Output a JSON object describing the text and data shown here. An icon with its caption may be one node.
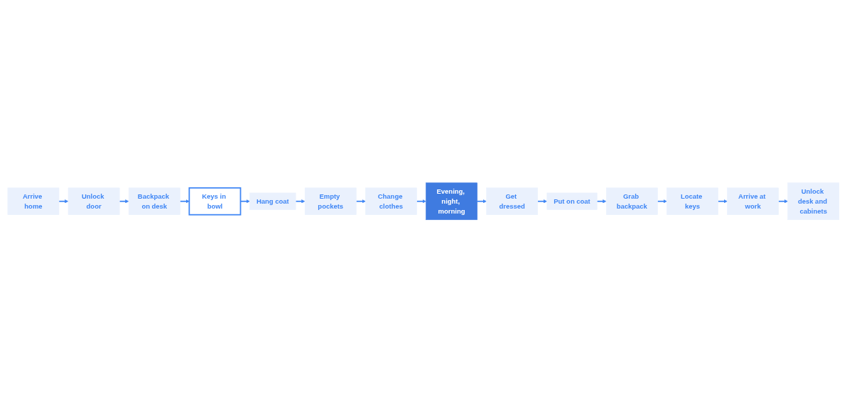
{
  "diagram": {
    "nodes": [
      {
        "text": [
          "Arrive home"
        ]
      },
      {
        "text": [
          "Unlock door"
        ]
      },
      {
        "text": [
          "Backpack on desk"
        ]
      },
      {
        "text": [
          "Keys in bowl"
        ]
      },
      {
        "text": [
          "Hang coat"
        ]
      },
      {
        "text": [
          "Empty pockets"
        ]
      },
      {
        "text": [
          "Change clothes"
        ]
      },
      {
        "text": [
          "Evening, night, morning"
        ]
      },
      {
        "text": [
          "Get dressed"
        ]
      },
      {
        "text": [
          "Put on coat"
        ]
      },
      {
        "text": [
          "Grab backpack"
        ]
      },
      {
        "text": [
          "Locate keys"
        ]
      },
      {
        "text": [
          "Arrive at work"
        ]
      },
      {
        "text": [
          "Unlock desk and cabinets"
        ]
      }
    ],
    "edges": [
      {
        "from": 0,
        "to": 1,
        "arrow": "to"
      },
      {
        "from": 1,
        "to": 2,
        "arrow": "to"
      },
      {
        "from": 2,
        "to": 3,
        "arrow": "to"
      },
      {
        "from": 3,
        "to": 4,
        "arrow": "to"
      },
      {
        "from": 4,
        "to": 5,
        "arrow": "to"
      },
      {
        "from": 5,
        "to": 6,
        "arrow": "to"
      },
      {
        "from": 6,
        "to": 7,
        "arrow": "to"
      },
      {
        "from": 7,
        "to": 8,
        "arrow": "to"
      },
      {
        "from": 8,
        "to": 9,
        "arrow": "to"
      },
      {
        "from": 9,
        "to": 10,
        "arrow": "to"
      },
      {
        "from": 10,
        "to": 11,
        "arrow": "to"
      },
      {
        "from": 11,
        "to": 12,
        "arrow": "to"
      },
      {
        "from": 12,
        "to": 13,
        "arrow": "to"
      }
    ]
  }
}
